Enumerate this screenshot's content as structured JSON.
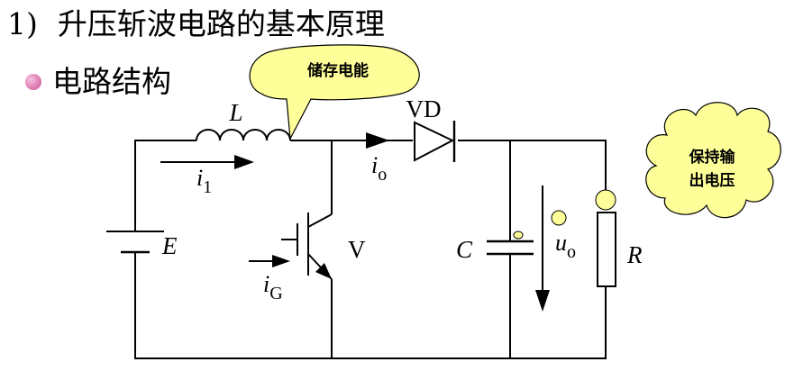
{
  "title": {
    "number": "1)",
    "text": "升压斩波电路的基本原理"
  },
  "bullet": {
    "text": "电路结构"
  },
  "callouts": {
    "inductor": "储存电能",
    "capacitor_line1": "保持输",
    "capacitor_line2": "出电压"
  },
  "labels": {
    "inductor": "L",
    "diode": "VD",
    "i1_main": "i",
    "i1_sub": "1",
    "io_main": "i",
    "io_sub": "o",
    "source": "E",
    "switch": "V",
    "ig_main": "i",
    "ig_sub": "G",
    "capacitor": "C",
    "uo_main": "u",
    "uo_sub": "o",
    "load": "R"
  },
  "colors": {
    "line": "#000000",
    "callout_fill": "#ffff99",
    "bullet": "#dc79b0"
  }
}
